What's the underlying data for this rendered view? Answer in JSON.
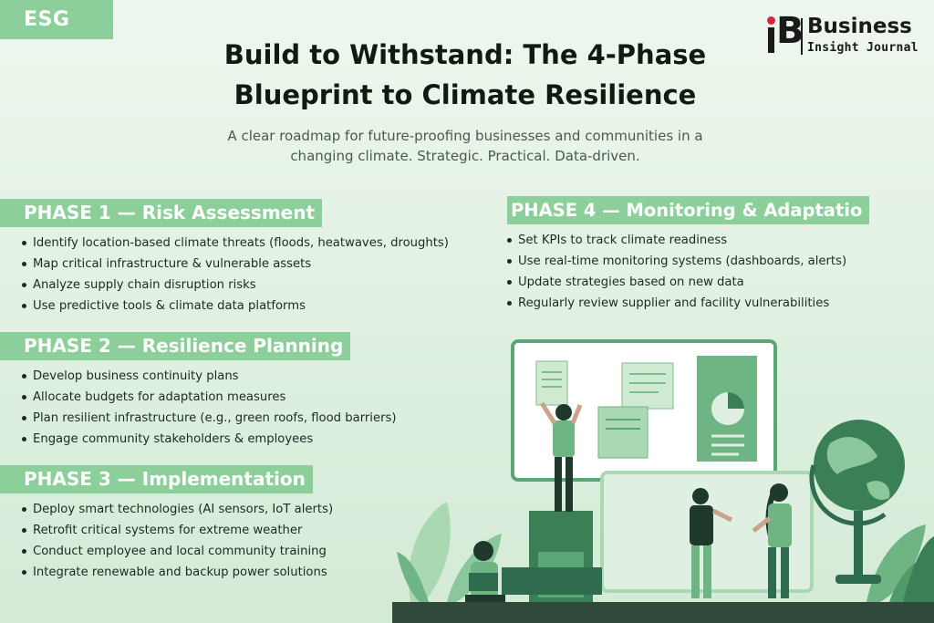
{
  "tag": "ESG",
  "logo": {
    "line1": "Business",
    "line2": "Insight Journal"
  },
  "title_line1": "Build to Withstand: The 4-Phase",
  "title_line2": "Blueprint to Climate Resilience",
  "subtitle_line1": "A clear roadmap for future-proofing businesses and communities in a",
  "subtitle_line2": "changing climate. Strategic. Practical. Data-driven.",
  "phases": [
    {
      "heading": "PHASE 1 — Risk Assessment",
      "items": [
        "Identify location-based climate threats (floods, heatwaves, droughts)",
        "Map critical infrastructure & vulnerable assets",
        "Analyze supply chain disruption risks",
        "Use predictive tools & climate data platforms"
      ]
    },
    {
      "heading": "PHASE 2 — Resilience Planning",
      "items": [
        "Develop business continuity plans",
        "Allocate budgets for adaptation measures",
        "Plan resilient infrastructure (e.g., green roofs, flood barriers)",
        "Engage community stakeholders & employees"
      ]
    },
    {
      "heading": "PHASE 3 — Implementation",
      "items": [
        "Deploy smart technologies (AI sensors, IoT alerts)",
        "Retrofit critical systems for extreme weather",
        "Conduct employee and local community training",
        "Integrate renewable and backup power solutions"
      ]
    },
    {
      "heading": "PHASE 4 — Monitoring & Adaptatio",
      "items": [
        "Set KPIs to track climate readiness",
        "Use real-time monitoring systems (dashboards, alerts)",
        "Update strategies based on new data",
        "Regularly review supplier and facility vulnerabilities"
      ]
    }
  ],
  "colors": {
    "accent": "#8ccf9b",
    "dark_green": "#2f6b4f",
    "background": "#e3f2e4"
  },
  "illustration_icons": [
    "whiteboard-icon",
    "pie-chart-icon",
    "sticky-note-icon",
    "globe-icon",
    "person-icon",
    "plant-icon",
    "laptop-icon",
    "book-icon"
  ]
}
